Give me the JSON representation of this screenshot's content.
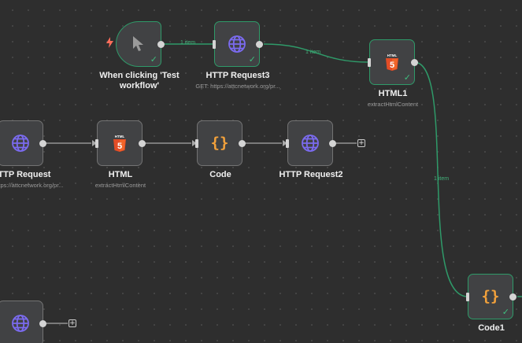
{
  "nodes": {
    "manual_trigger": {
      "title": "When clicking 'Test workflow'"
    },
    "http_request3": {
      "title": "HTTP Request3",
      "subtitle": "GET: https://attcnetwork.org/pr..."
    },
    "html1": {
      "title": "HTML1",
      "subtitle": "extractHtmlContent"
    },
    "http_request": {
      "title": "HTTP Request",
      "subtitle": "GET: https://attcnetwork.org/pr..."
    },
    "html": {
      "title": "HTML",
      "subtitle": "extractHtmlContent"
    },
    "code": {
      "title": "Code"
    },
    "http_request2": {
      "title": "HTTP Request2"
    },
    "code1": {
      "title": "Code1"
    }
  },
  "edges": {
    "trigger_to_request3": "1 item",
    "request3_to_html1": "1 item",
    "html1_to_code1": "1 item"
  },
  "icons": {
    "trigger": "cursor-icon",
    "http": "globe-icon",
    "html": "html5-icon",
    "code": "code-braces-icon",
    "status": "check-icon",
    "add": "plus-icon",
    "manual": "lightning-bolt-icon"
  },
  "glyphs": {
    "check": "✓",
    "plus": "+",
    "braces": "{}",
    "html_badge": "HTML",
    "html5": "5"
  },
  "colors": {
    "canvas": "#2e2e2e",
    "node": "#414244",
    "node_border": "#737373",
    "success": "#2f9a69",
    "edge_active": "#2f9a69",
    "edge_idle": "#a9a9a9",
    "http_icon": "#7b6bf0",
    "html_icon": "#e44d26",
    "code_icon": "#f2a13b",
    "trigger_bolt": "#ff6d5a"
  }
}
